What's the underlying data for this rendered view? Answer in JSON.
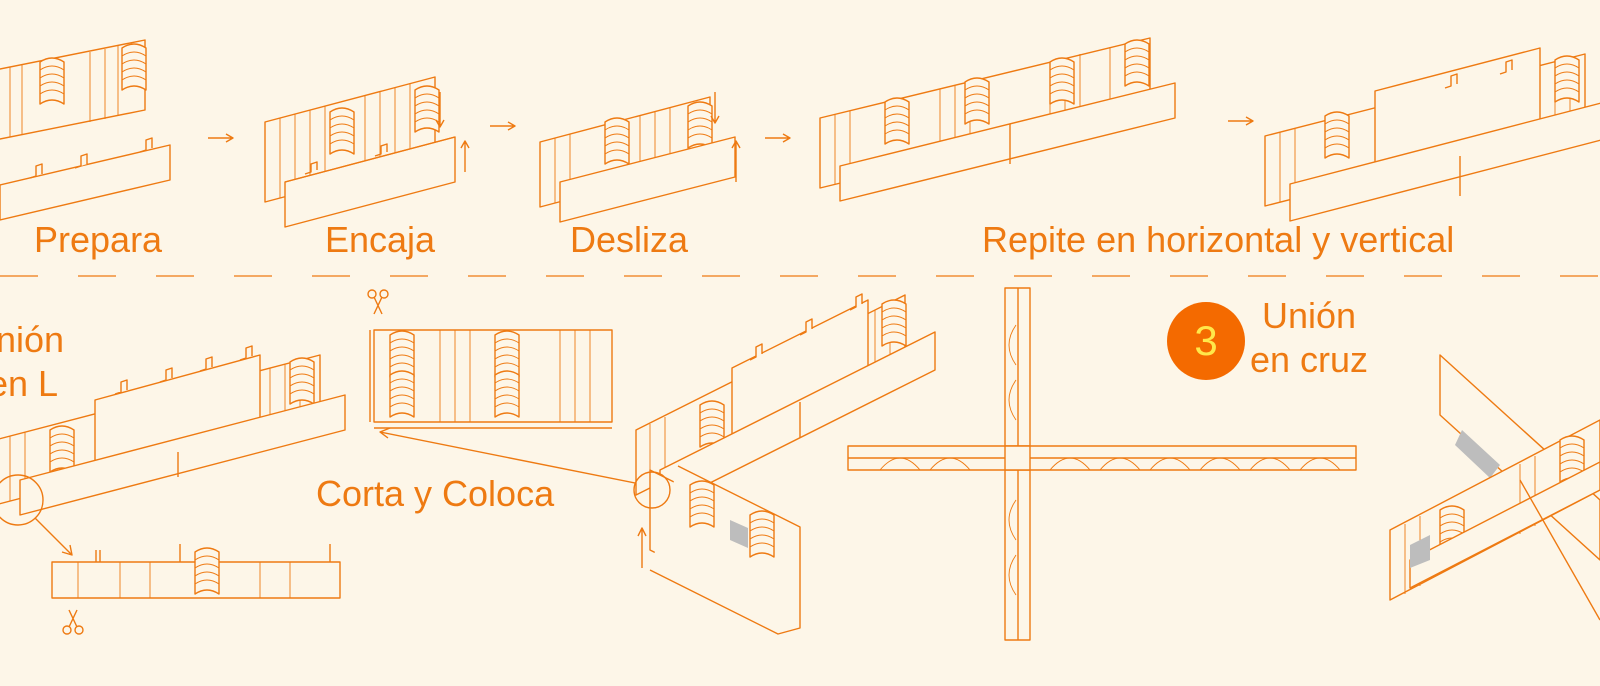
{
  "steps": {
    "prepare": "Prepara",
    "fit": "Encaja",
    "slide": "Desliza",
    "repeat": "Repite en horizontal y vertical"
  },
  "union_l": {
    "line1": "Unión",
    "line2": "en L"
  },
  "cut_place": "Corta y Coloca",
  "union_cross": {
    "number": "3",
    "line1": "Unión",
    "line2": "en cruz"
  },
  "colors": {
    "background": "#fdf6e8",
    "line": "#ee7a12",
    "badge": "#f46a00",
    "badge_text": "#ffe84a"
  },
  "icons": [
    "scissors-icon",
    "arrow-right-icon"
  ]
}
